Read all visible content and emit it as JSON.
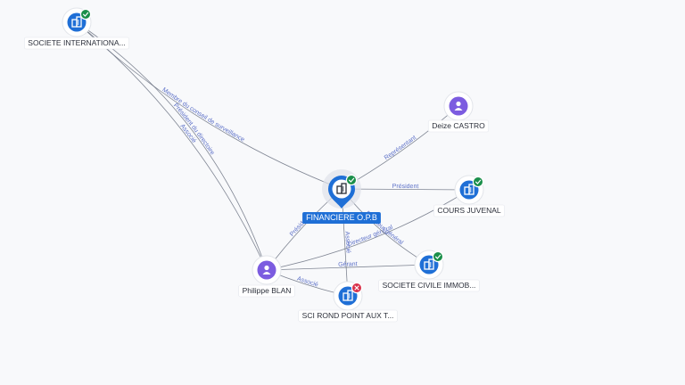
{
  "diagram": {
    "nodes": [
      {
        "id": "soc-intl",
        "label": "SOCIETE INTERNATIONA...",
        "kind": "company",
        "status": "active",
        "icon": "building-icon"
      },
      {
        "id": "deize",
        "label": "Deize CASTRO",
        "kind": "person",
        "status": "none",
        "icon": "person-icon"
      },
      {
        "id": "financiere",
        "label": "FINANCIERE O.P.B",
        "kind": "company-focus",
        "status": "active",
        "icon": "building-icon"
      },
      {
        "id": "cours",
        "label": "COURS JUVENAL",
        "kind": "company",
        "status": "active",
        "icon": "building-icon"
      },
      {
        "id": "philippe",
        "label": "Philippe BLAN",
        "kind": "person",
        "status": "none",
        "icon": "person-icon"
      },
      {
        "id": "scimmo",
        "label": "SOCIETE CIVILE IMMOB...",
        "kind": "company",
        "status": "active",
        "icon": "building-icon"
      },
      {
        "id": "sciround",
        "label": "SCI ROND POINT AUX T...",
        "kind": "company",
        "status": "closed",
        "icon": "building-icon"
      }
    ],
    "edges": [
      {
        "id": "e1",
        "from": "financiere",
        "to": "soc-intl",
        "label": "Membre du conseil de surveillance"
      },
      {
        "id": "e2",
        "from": "philippe",
        "to": "soc-intl",
        "label": "Associé"
      },
      {
        "id": "e3",
        "from": "philippe",
        "to": "soc-intl",
        "label": "Président du directoire"
      },
      {
        "id": "e4",
        "from": "financiere",
        "to": "deize",
        "label": "Représentant"
      },
      {
        "id": "e5",
        "from": "financiere",
        "to": "cours",
        "label": "Président"
      },
      {
        "id": "e6",
        "from": "philippe",
        "to": "cours",
        "label": "Directeur général"
      },
      {
        "id": "e7",
        "from": "philippe",
        "to": "financiere",
        "label": "Président"
      },
      {
        "id": "e8",
        "from": "financiere",
        "to": "sciround",
        "label": "Associé"
      },
      {
        "id": "e9",
        "from": "financiere",
        "to": "scimmo",
        "label": "Directeur général"
      },
      {
        "id": "e10",
        "from": "philippe",
        "to": "scimmo",
        "label": "Gérant"
      },
      {
        "id": "e11",
        "from": "philippe",
        "to": "sciround",
        "label": "Associé"
      }
    ]
  },
  "colors": {
    "company": "#1f6fd6",
    "focus": "#1f6fd6",
    "person": "#7c5ce0",
    "active": "#1a8f4a",
    "closed": "#d8304a",
    "edge": "#6b7281",
    "edge_label": "#5b6fc7"
  }
}
